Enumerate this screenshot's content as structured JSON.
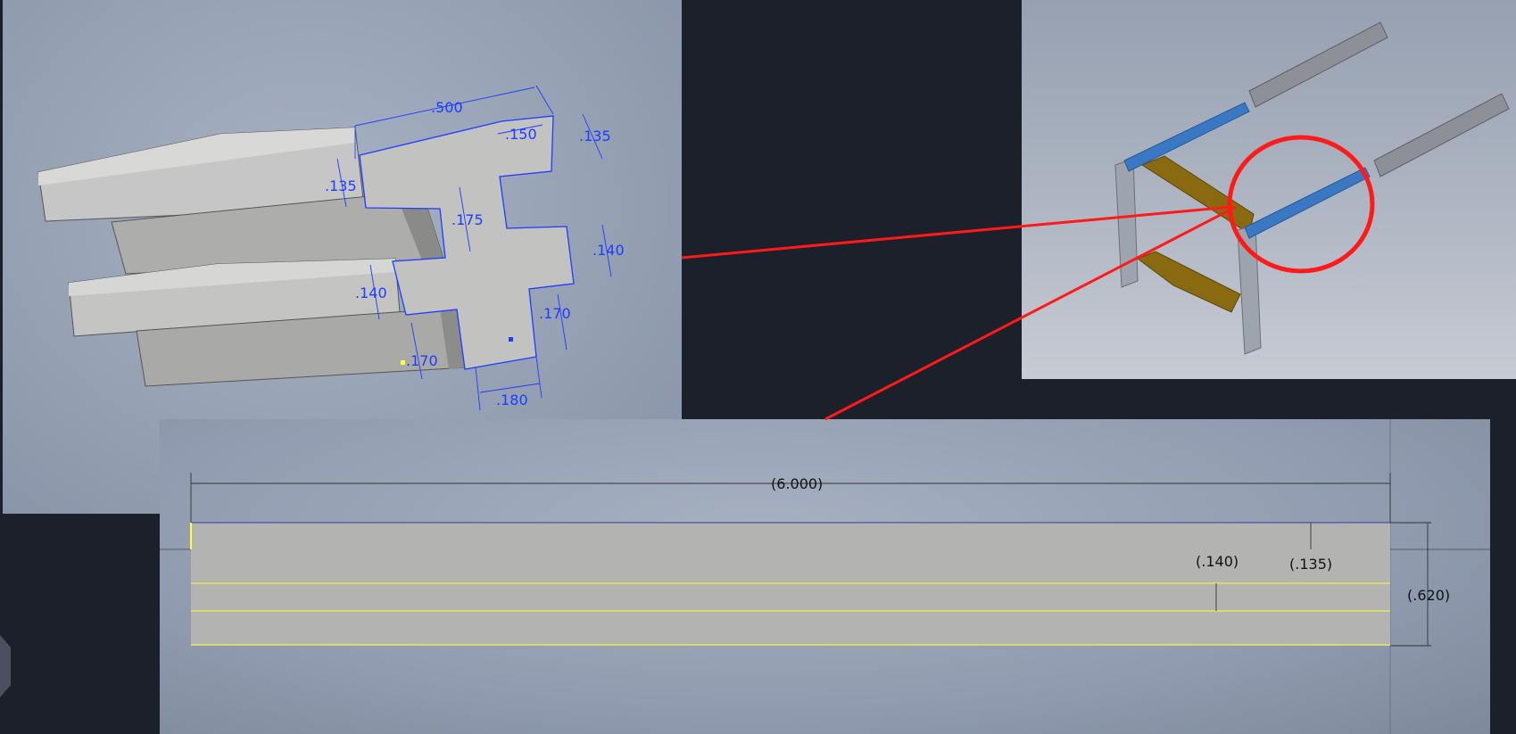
{
  "iso_view": {
    "dims": {
      "width_top": ".500",
      "flange_inner": ".150",
      "flange_height_right": ".135",
      "flange_height_left": ".135",
      "web_height": ".175",
      "mid_height_right": ".140",
      "mid_height_left": ".140",
      "lower_height_right": ".170",
      "lower_height_left": ".170",
      "bottom_width": ".180"
    }
  },
  "side_view": {
    "dims": {
      "length": "(6.000)",
      "top_flange": "(.135)",
      "mid": "(.140)",
      "total_height": "(.620)"
    }
  },
  "colors": {
    "dimension_blue": "#1e3cff",
    "callout_red": "#ff1a1a",
    "highlight_yellow": "#ffff33",
    "part_blue": "#3b78c4",
    "frame_gold": "#8a6a10",
    "background_dark": "#1b202b"
  }
}
